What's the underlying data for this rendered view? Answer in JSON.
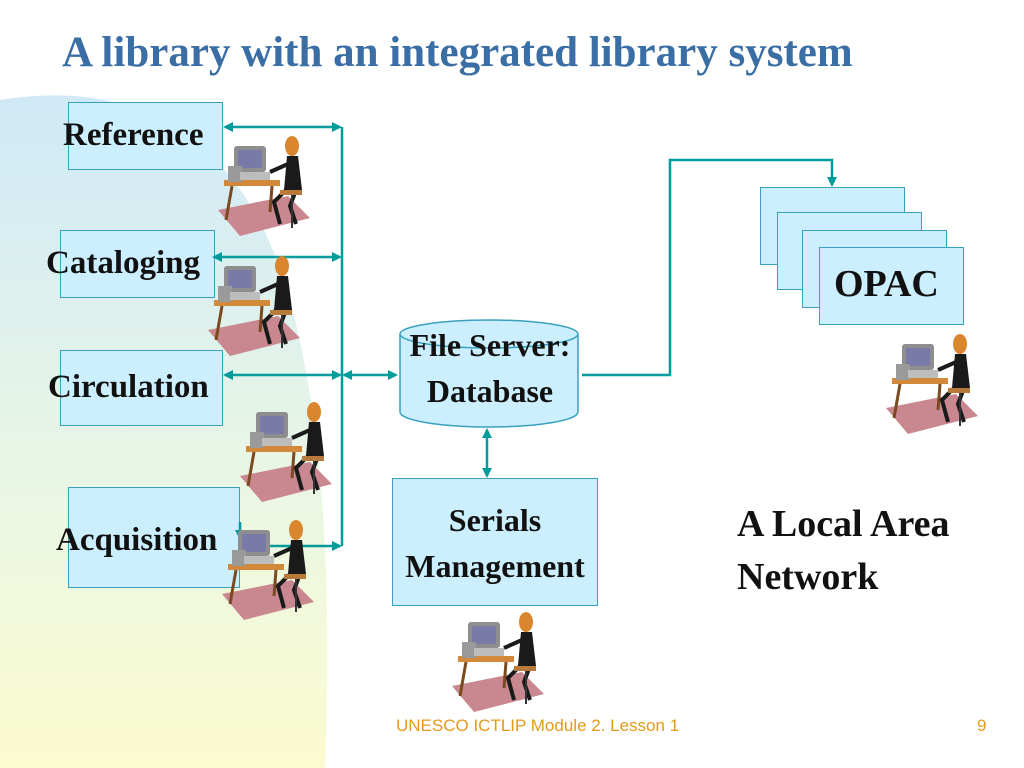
{
  "slide": {
    "title": "A library with an integrated library system",
    "footer_text": "UNESCO ICTLIP Module 2. Lesson 1",
    "page_number": "9"
  },
  "departments": [
    {
      "label": "Reference"
    },
    {
      "label": "Cataloging"
    },
    {
      "label": "Circulation"
    },
    {
      "label": "Acquisition"
    }
  ],
  "server": {
    "line1": "File Server:",
    "line2": "Database"
  },
  "serials": {
    "line1": "Serials",
    "line2": "Management"
  },
  "opac": {
    "label": "OPAC"
  },
  "network": {
    "line1": "A Local Area",
    "line2": "Network"
  },
  "colors": {
    "title": "#3a6ea5",
    "connector": "#009c9c",
    "box_fill": "#ccefff",
    "footer": "#e39a1a"
  },
  "icons": [
    "workstation-user-icon"
  ]
}
